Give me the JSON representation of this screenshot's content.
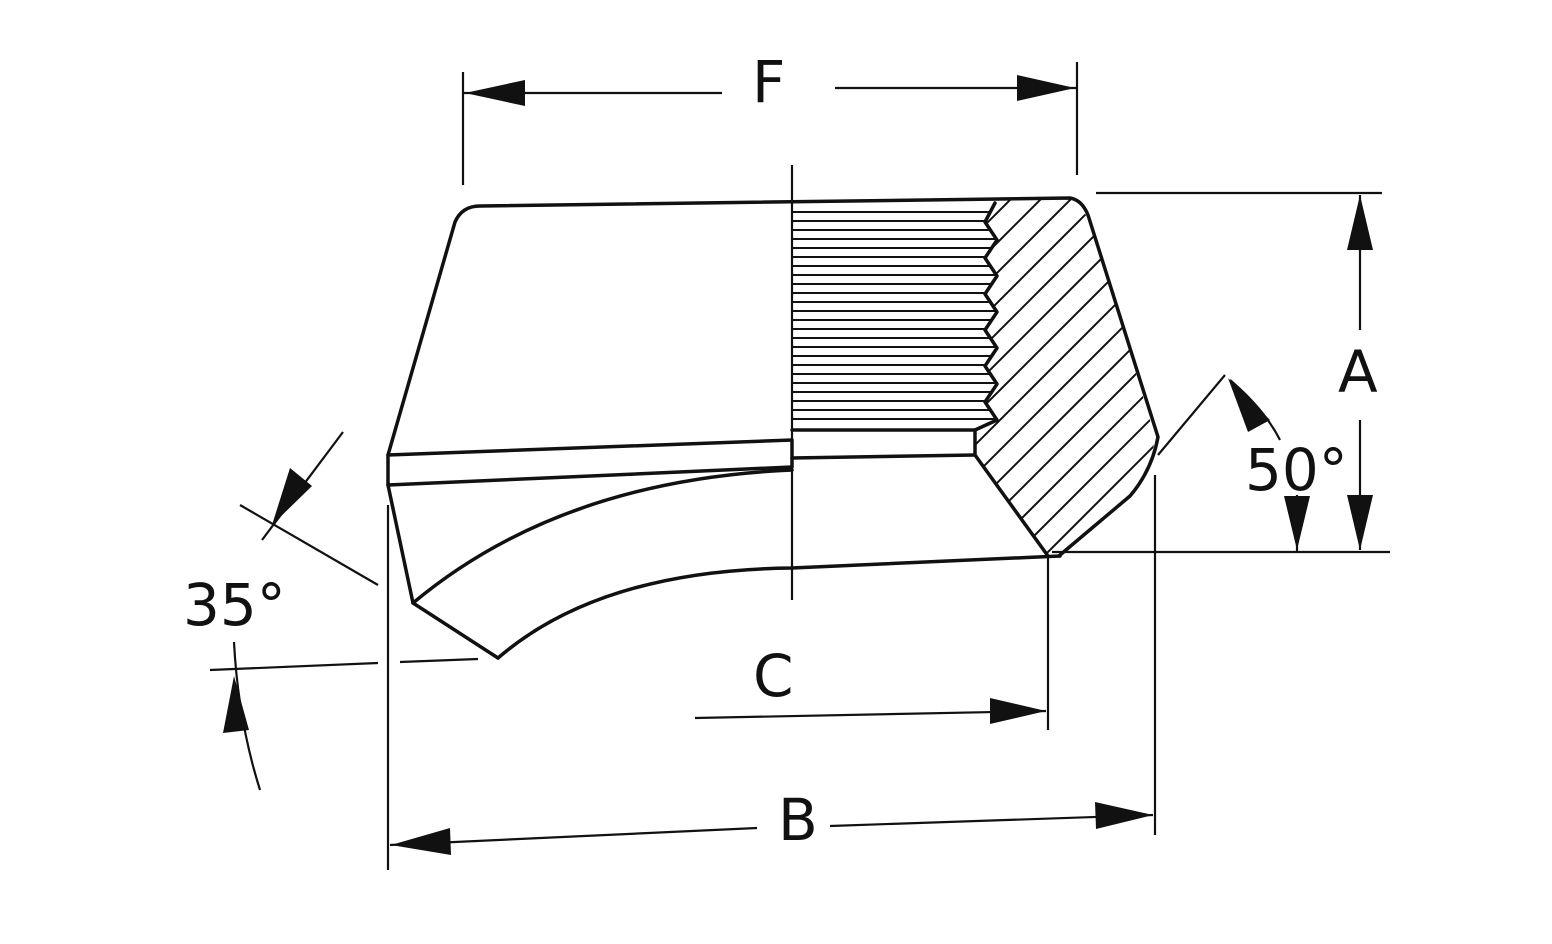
{
  "labels": {
    "f": "F",
    "a": "A",
    "b": "B",
    "c": "C",
    "angle_bevel": "35°",
    "angle_side": "50°"
  }
}
